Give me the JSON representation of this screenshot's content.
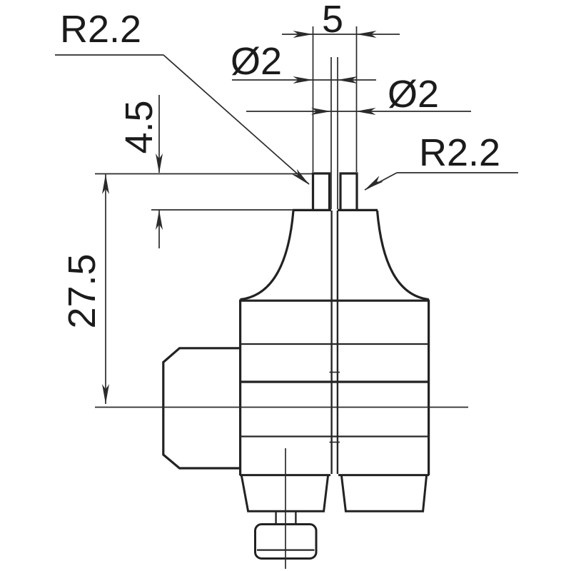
{
  "drawing": {
    "dimensions": {
      "overall_width": "5",
      "left_pin_diameter": "Ø2",
      "right_pin_diameter": "Ø2",
      "left_tip_radius": "R2.2",
      "right_tip_radius": "R2.2",
      "fork_depth": "4.5",
      "body_length": "27.5"
    },
    "colors": {
      "line": "#2b2b2b",
      "text": "#1b1b1b",
      "background": "#ffffff"
    }
  }
}
